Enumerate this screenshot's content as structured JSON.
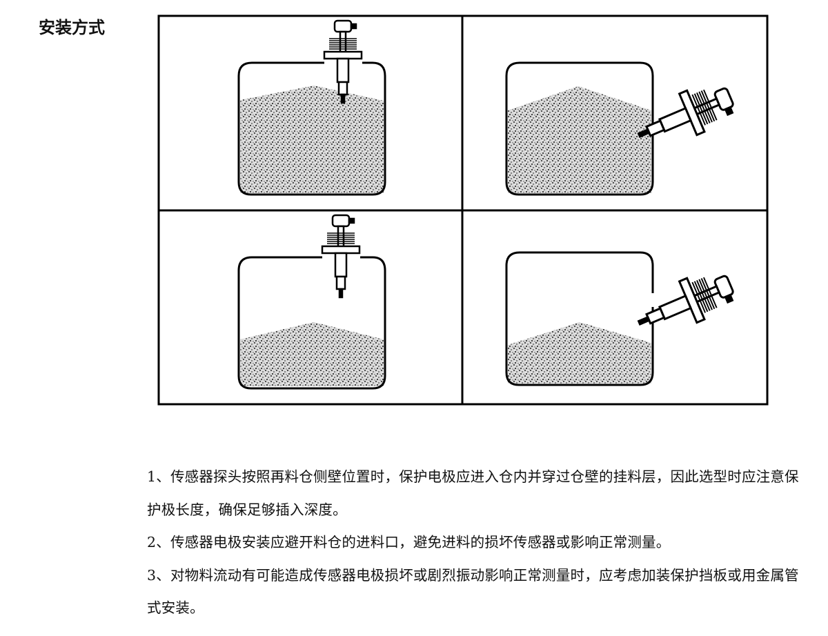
{
  "section_title": "安装方式",
  "figure": {
    "panels": [
      {
        "name": "top-mount-high-level",
        "mount": "top",
        "fill_level": "high"
      },
      {
        "name": "side-mount-high-level",
        "mount": "side",
        "fill_level": "high"
      },
      {
        "name": "top-mount-low-level",
        "mount": "top",
        "fill_level": "low"
      },
      {
        "name": "side-mount-low-level",
        "mount": "side",
        "fill_level": "low"
      }
    ]
  },
  "notes": [
    "1、传感器探头按照再料仓侧壁位置时，保护电极应进入仓内并穿过仓壁的挂料层，因此选型时应注意保护极长度，确保足够插入深度。",
    "2、传感器电极安装应避开料仓的进料口，避免进料的损坏传感器或影响正常测量。",
    "3、对物料流动有可能造成传感器电极损坏或剧烈振动影响正常测量时，应考虑加装保护挡板或用金属管式安装。"
  ]
}
